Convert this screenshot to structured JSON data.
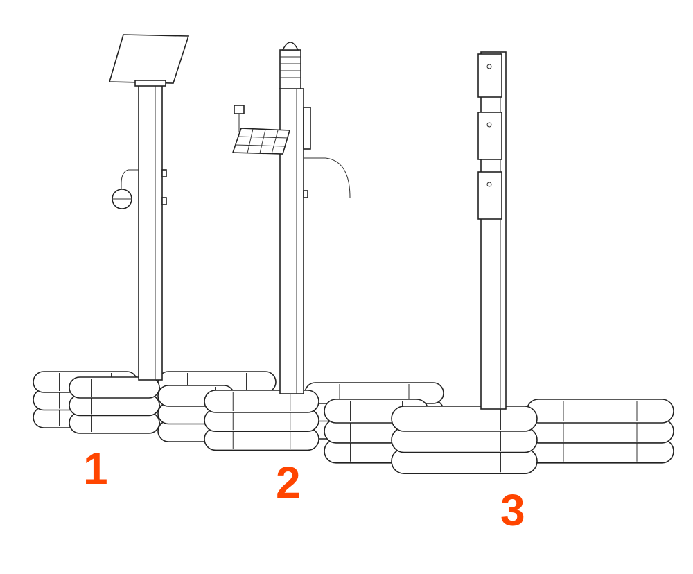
{
  "labels": [
    "1",
    "2",
    "3"
  ],
  "colors": {
    "label": "#ff4500",
    "line": "#222222"
  }
}
